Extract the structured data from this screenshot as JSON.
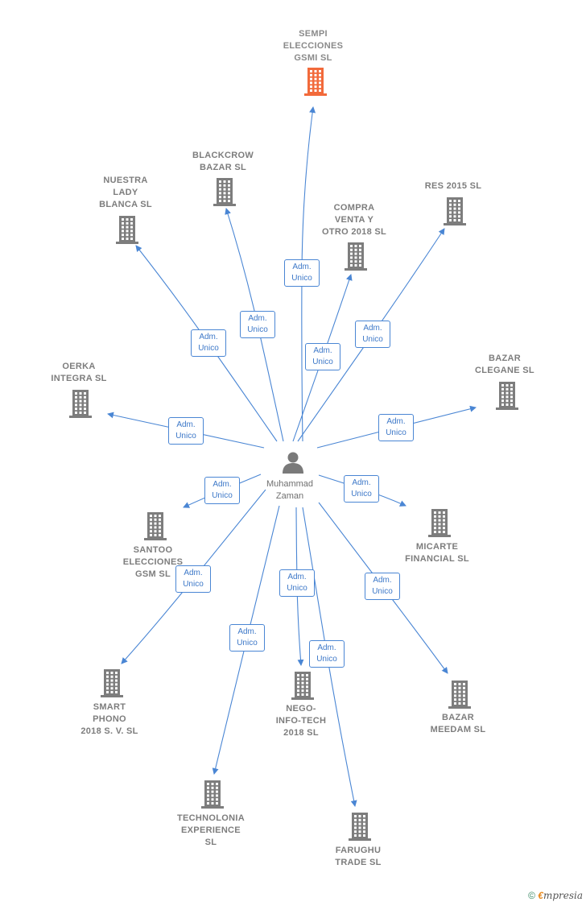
{
  "center": {
    "name_line1": "Muhammad",
    "name_line2": "Zaman"
  },
  "relation_label": {
    "line1": "Adm.",
    "line2": "Unico"
  },
  "colors": {
    "link": "#4a86d4",
    "building": "#7d7d7d",
    "highlight": "#f26a3b"
  },
  "companies": [
    {
      "id": "sempi",
      "lines": [
        "SEMPI",
        "ELECCIONES",
        "GSMI  SL"
      ],
      "highlight": true
    },
    {
      "id": "blackcrow",
      "lines": [
        "BLACKCROW",
        "BAZAR  SL"
      ]
    },
    {
      "id": "nuestra",
      "lines": [
        "NUESTRA",
        "LADY",
        "BLANCA  SL"
      ]
    },
    {
      "id": "compra",
      "lines": [
        "COMPRA",
        "VENTA Y",
        "OTRO 2018  SL"
      ]
    },
    {
      "id": "res2015",
      "lines": [
        "RES 2015  SL"
      ]
    },
    {
      "id": "oerka",
      "lines": [
        "OERKA",
        "INTEGRA  SL"
      ]
    },
    {
      "id": "bazarclegane",
      "lines": [
        "BAZAR",
        "CLEGANE  SL"
      ]
    },
    {
      "id": "santoo",
      "lines": [
        "SANTOO",
        "ELECCIONES",
        "GSM  SL"
      ]
    },
    {
      "id": "micarte",
      "lines": [
        "MICARTE",
        "FINANCIAL  SL"
      ]
    },
    {
      "id": "smart",
      "lines": [
        "SMART",
        "PHONO",
        "2018 S. V.  SL"
      ]
    },
    {
      "id": "nego",
      "lines": [
        "NEGO-",
        "INFO-TECH",
        "2018  SL"
      ]
    },
    {
      "id": "bazarmeedam",
      "lines": [
        "BAZAR",
        "MEEDAM  SL"
      ]
    },
    {
      "id": "technolonia",
      "lines": [
        "TECHNOLONIA",
        "EXPERIENCE",
        "SL"
      ]
    },
    {
      "id": "farughu",
      "lines": [
        "FARUGHU",
        "TRADE  SL"
      ]
    }
  ],
  "brand": {
    "copyright": "©",
    "first": "€",
    "rest": "mpresia"
  }
}
